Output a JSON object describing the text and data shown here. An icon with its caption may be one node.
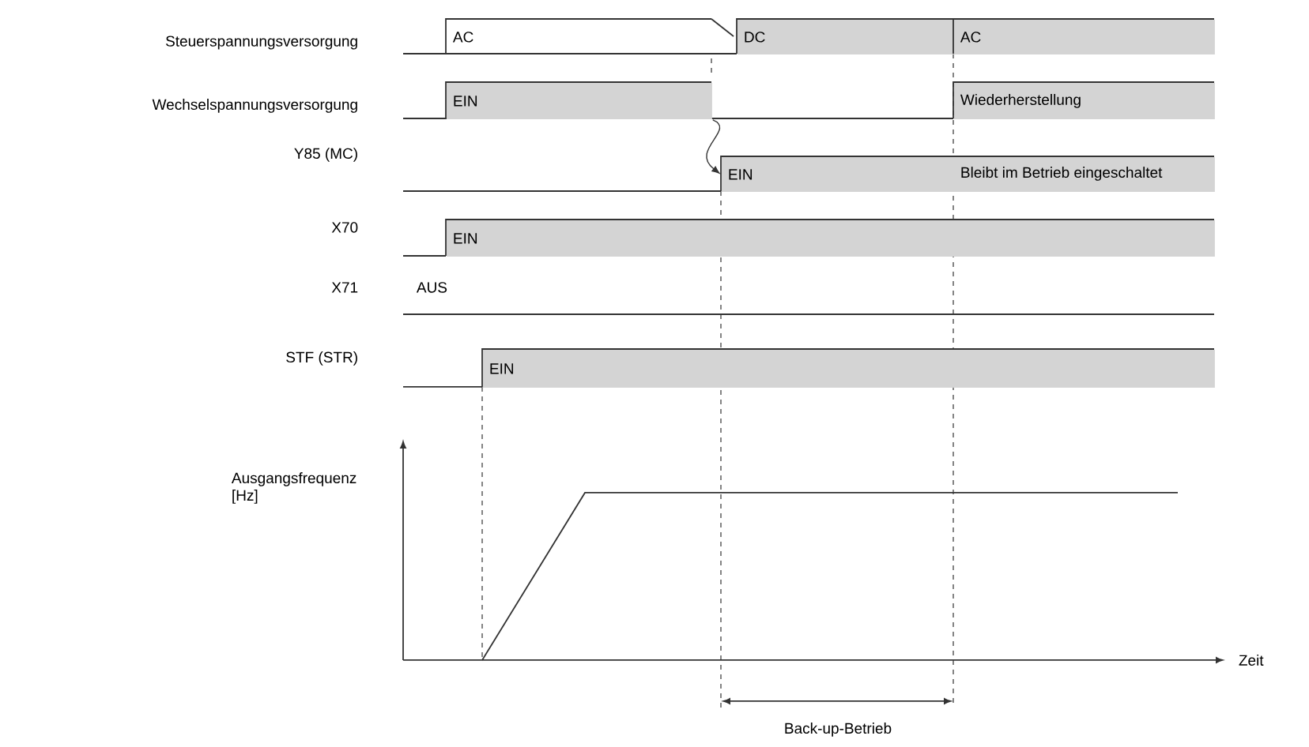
{
  "diagram": {
    "nodes": [
      {
        "text": [
          "AC"
        ]
      },
      {
        "text": [
          "DC"
        ]
      },
      {
        "text": [
          "AC"
        ]
      },
      {
        "text": [
          "EIN"
        ]
      },
      {
        "text": [
          "Wiederherstellung"
        ]
      },
      {
        "text": [
          "EIN",
          "Bleibt im Betrieb eingeschaltet"
        ]
      },
      {
        "text": [
          "EIN"
        ]
      },
      {
        "text": [
          "EIN"
        ]
      }
    ],
    "edges": [
      {
        "from": 3,
        "to": 5,
        "arrow": "to"
      }
    ],
    "labels": [
      "Steuerspannungsversorgung",
      "Wechselspannungsversorgung",
      "Y85 (MC)",
      "X70",
      "X71",
      "AUS",
      "STF (STR)",
      "Ausgangsfrequenz [Hz]",
      "Zeit",
      "Back-up-Betrieb"
    ]
  }
}
